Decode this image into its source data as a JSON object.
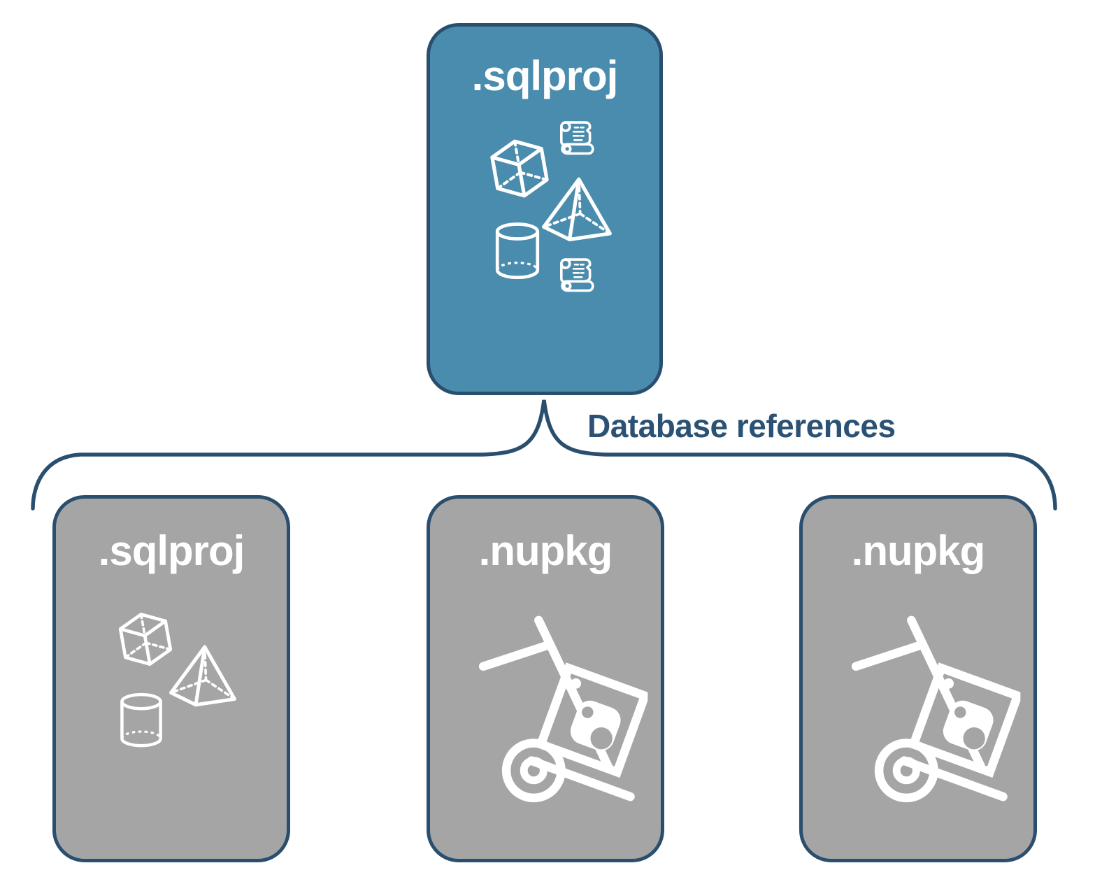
{
  "diagram": {
    "parent": {
      "label": ".sqlproj",
      "icons": [
        "script-scroll-icon",
        "cube-icon",
        "pyramid-icon",
        "cylinder-icon",
        "script-scroll-icon"
      ]
    },
    "connector": {
      "label": "Database references"
    },
    "children": [
      {
        "label": ".sqlproj",
        "icons": [
          "cube-icon",
          "pyramid-icon",
          "cylinder-icon"
        ]
      },
      {
        "label": ".nupkg",
        "icons": [
          "nuget-handtruck-icon"
        ]
      },
      {
        "label": ".nupkg",
        "icons": [
          "nuget-handtruck-icon"
        ]
      }
    ],
    "colors": {
      "parent_fill": "#4A8CAD",
      "child_fill": "#A5A5A5",
      "outline": "#2A4F6E",
      "connector_label_text": "#2B5274",
      "box_label_text": "#FFFFFF",
      "icon_stroke": "#FFFFFF",
      "background": "#FFFFFF"
    }
  }
}
